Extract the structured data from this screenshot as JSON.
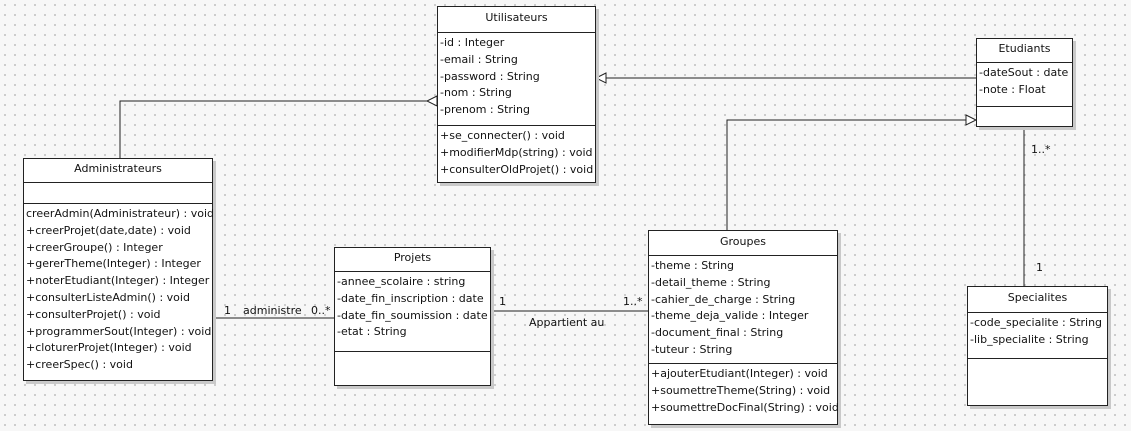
{
  "classes": {
    "utilisateurs": {
      "name": "Utilisateurs",
      "attributes": [
        "-id : Integer",
        "-email : String",
        "-password : String",
        "-nom : String",
        "-prenom : String"
      ],
      "methods": [
        "+se_connecter() : void",
        "+modifierMdp(string) : void",
        "+consulterOldProjet() : void"
      ]
    },
    "etudiants": {
      "name": "Etudiants",
      "attributes": [
        "-dateSout : date",
        "-note : Float"
      ],
      "methods": []
    },
    "administrateurs": {
      "name": "Administrateurs",
      "attributes": [],
      "methods": [
        "creerAdmin(Administrateur) : void",
        "+creerProjet(date,date) : void",
        "+creerGroupe() : Integer",
        "+gererTheme(Integer) : Integer",
        "+noterEtudiant(Integer) : Integer",
        "+consulterListeAdmin() : void",
        "+consulterProjet() : void",
        "+programmerSout(Integer) : void",
        "+cloturerProjet(Integer) : void",
        "+creerSpec() : void"
      ]
    },
    "projets": {
      "name": "Projets",
      "attributes": [
        "-annee_scolaire : string",
        "-date_fin_inscription : date",
        "-date_fin_soumission : date",
        "-etat : String"
      ],
      "methods": []
    },
    "groupes": {
      "name": "Groupes",
      "attributes": [
        "-theme : String",
        "-detail_theme : String",
        "-cahier_de_charge : String",
        "-theme_deja_valide : Integer",
        "-document_final : String",
        "-tuteur : String"
      ],
      "methods": [
        "+ajouterEtudiant(Integer) : void",
        "+soumettreTheme(String) : void",
        "+soumettreDocFinal(String) : void"
      ]
    },
    "specialites": {
      "name": "Specialites",
      "attributes": [
        "-code_specialite : String",
        "-lib_specialite : String"
      ],
      "methods": []
    }
  },
  "associations": {
    "admin_projets": {
      "mult_left": "1",
      "name": "administre",
      "mult_right": "0..*"
    },
    "projets_groupes": {
      "mult_left": "1",
      "name": "Appartient au",
      "mult_right": "1..*"
    },
    "etudiants_specialites": {
      "mult_top": "1..*",
      "mult_bottom": "1"
    }
  }
}
